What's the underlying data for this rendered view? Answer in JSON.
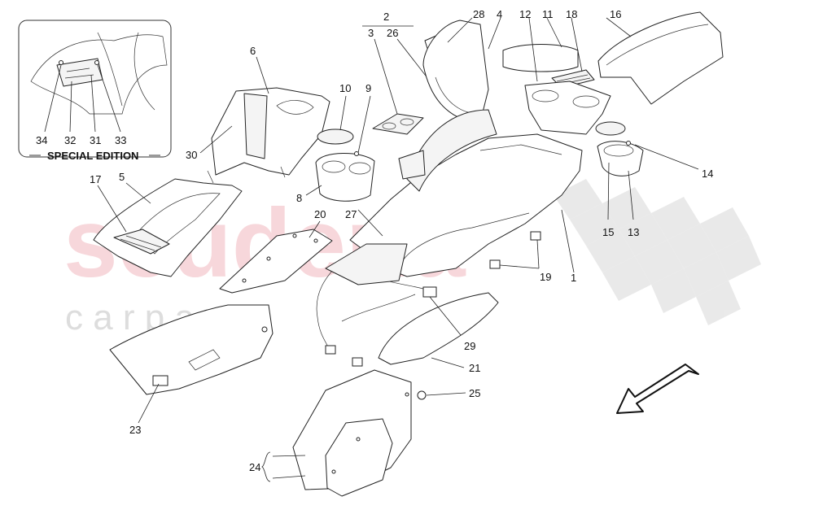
{
  "inset": {
    "caption": "SPECIAL EDITION"
  },
  "watermark": {
    "brand": "scuderia",
    "sub": "c a r p a r t s",
    "color": "#f2b8be"
  },
  "callouts": {
    "c1": "1",
    "c2": "2",
    "c3": "3",
    "c4": "4",
    "c5": "5",
    "c6": "6",
    "c8": "8",
    "c9": "9",
    "c10": "10",
    "c11": "11",
    "c12": "12",
    "c13": "13",
    "c14": "14",
    "c15": "15",
    "c16": "16",
    "c17": "17",
    "c18": "18",
    "c19": "19",
    "c20": "20",
    "c21": "21",
    "c23": "23",
    "c24": "24",
    "c25": "25",
    "c26": "26",
    "c27": "27",
    "c28": "28",
    "c29": "29",
    "c30": "30",
    "c31": "31",
    "c32": "32",
    "c33": "33",
    "c34": "34"
  },
  "icons": {
    "direction": "direction-arrow-icon",
    "checker": "checkered-flag-watermark"
  }
}
